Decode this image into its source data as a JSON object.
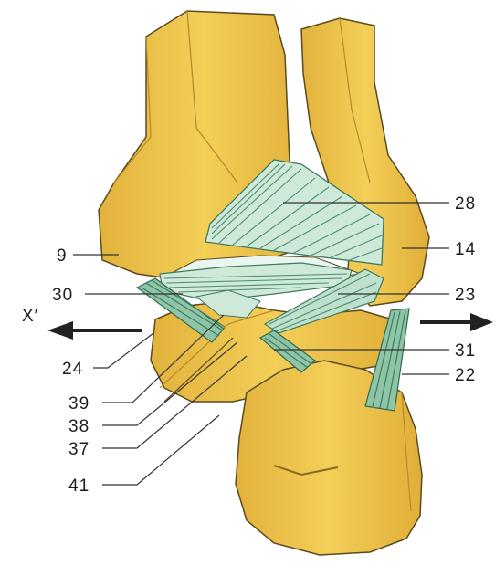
{
  "colors": {
    "bone_fill": "#f0c84e",
    "bone_shade": "#d9a93a",
    "bone_outline": "#5a4a20",
    "ligament": "#5d9a7c",
    "ligament_light": "#c8e6d2",
    "arrow": "#222222",
    "background": "#ffffff"
  },
  "labels": {
    "l9": "9",
    "l14": "14",
    "l22": "22",
    "l23": "23",
    "l24": "24",
    "l28": "28",
    "l30": "30",
    "l31": "31",
    "l37": "37",
    "l38": "38",
    "l39": "39",
    "l41": "41",
    "x_prime": "X′"
  }
}
